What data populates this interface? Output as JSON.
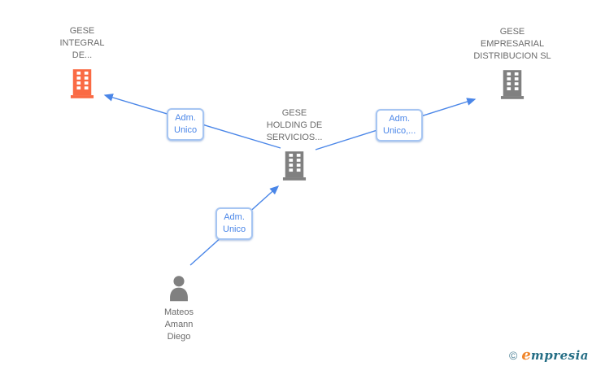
{
  "diagram": {
    "nodes": {
      "integral": {
        "line1": "GESE",
        "line2": "INTEGRAL",
        "line3": "DE..."
      },
      "empresarial": {
        "line1": "GESE",
        "line2": "EMPRESARIAL",
        "line3": "DISTRIBUCION SL"
      },
      "holding": {
        "line1": "GESE",
        "line2": "HOLDING DE",
        "line3": "SERVICIOS..."
      },
      "person": {
        "line1": "Mateos",
        "line2": "Amann",
        "line3": "Diego"
      }
    },
    "edge_labels": {
      "holding_integral": {
        "line1": "Adm.",
        "line2": "Unico"
      },
      "holding_empresarial": {
        "line1": "Adm.",
        "line2": "Unico,..."
      },
      "person_holding": {
        "line1": "Adm.",
        "line2": "Unico"
      }
    },
    "colors": {
      "edge_blue": "#4a86e8",
      "edge_label_border": "#a6c5f2",
      "edge_label_text": "#4a86e8",
      "company_highlight_orange": "#fa6a44",
      "company_gray": "#808080",
      "node_text_gray": "#6b6b6b"
    }
  },
  "footer": {
    "copyright_symbol": "©",
    "brand_initial": "e",
    "brand_rest": "mpresia"
  }
}
